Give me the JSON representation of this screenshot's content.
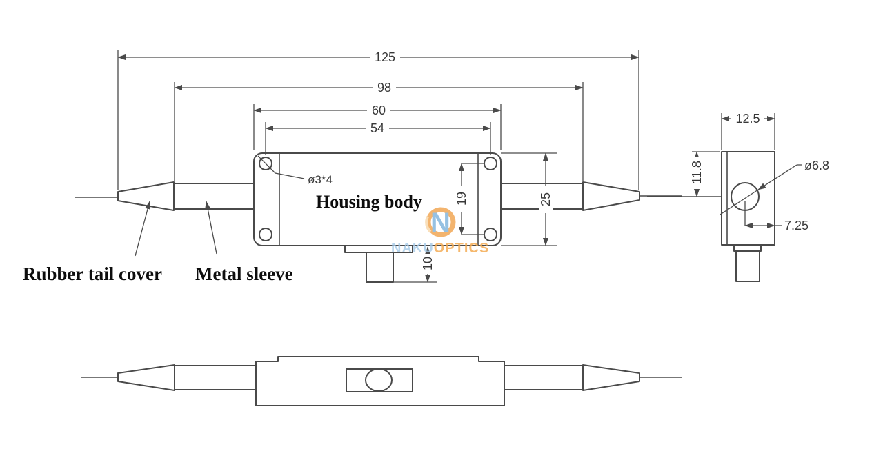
{
  "diagram": {
    "front_view": {
      "dims": {
        "overall_length": "125",
        "sleeve_to_sleeve": "98",
        "body_length": "60",
        "hole_spacing_horizontal": "54",
        "body_height": "25",
        "hole_spacing_vertical": "19",
        "tab_height": "10",
        "mounting_hole_note": "ø3*4"
      },
      "labels": {
        "housing_body": "Housing body",
        "rubber_tail_cover": "Rubber tail cover",
        "metal_sleeve": "Metal sleeve"
      }
    },
    "side_view": {
      "dims": {
        "width": "12.5",
        "height_to_center": "11.8",
        "hole_diameter": "ø6.8",
        "center_offset": "7.25"
      }
    },
    "watermark": {
      "logo_letter": "N",
      "brand_blue_text": "NAKU",
      "brand_orange_text": "OPTICS",
      "orange": "#F1A44F",
      "light_blue": "#A7CBE9",
      "logo_blue": "#7FB4DC"
    }
  }
}
